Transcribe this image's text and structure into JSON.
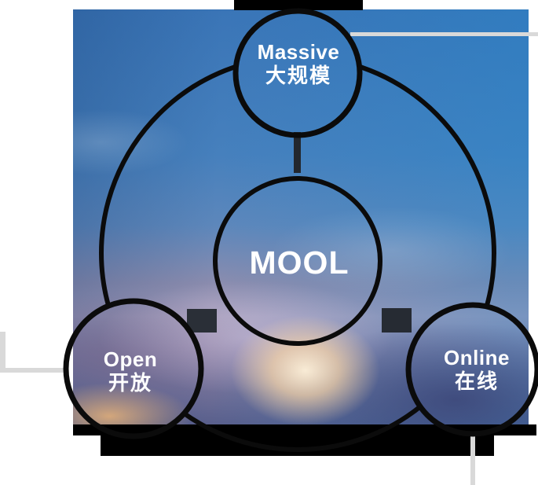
{
  "diagram": {
    "center_label": "MOOL",
    "nodes": [
      {
        "id": "massive",
        "en": "Massive",
        "zh": "大规模"
      },
      {
        "id": "open",
        "en": "Open",
        "zh": "开放"
      },
      {
        "id": "online",
        "en": "Online",
        "zh": "在线"
      }
    ],
    "colors": {
      "circle_stroke": "#0b0b0b",
      "label_text": "#ffffff",
      "connector_dark": "#262b33",
      "callout_line_gray": "#d9d9d9",
      "edge_bar_black": "#000000",
      "sky_blue_top": "#3a75b7",
      "sunset_glow": "#fcd8a8",
      "cloud_mauve": "#8d84a8"
    }
  }
}
